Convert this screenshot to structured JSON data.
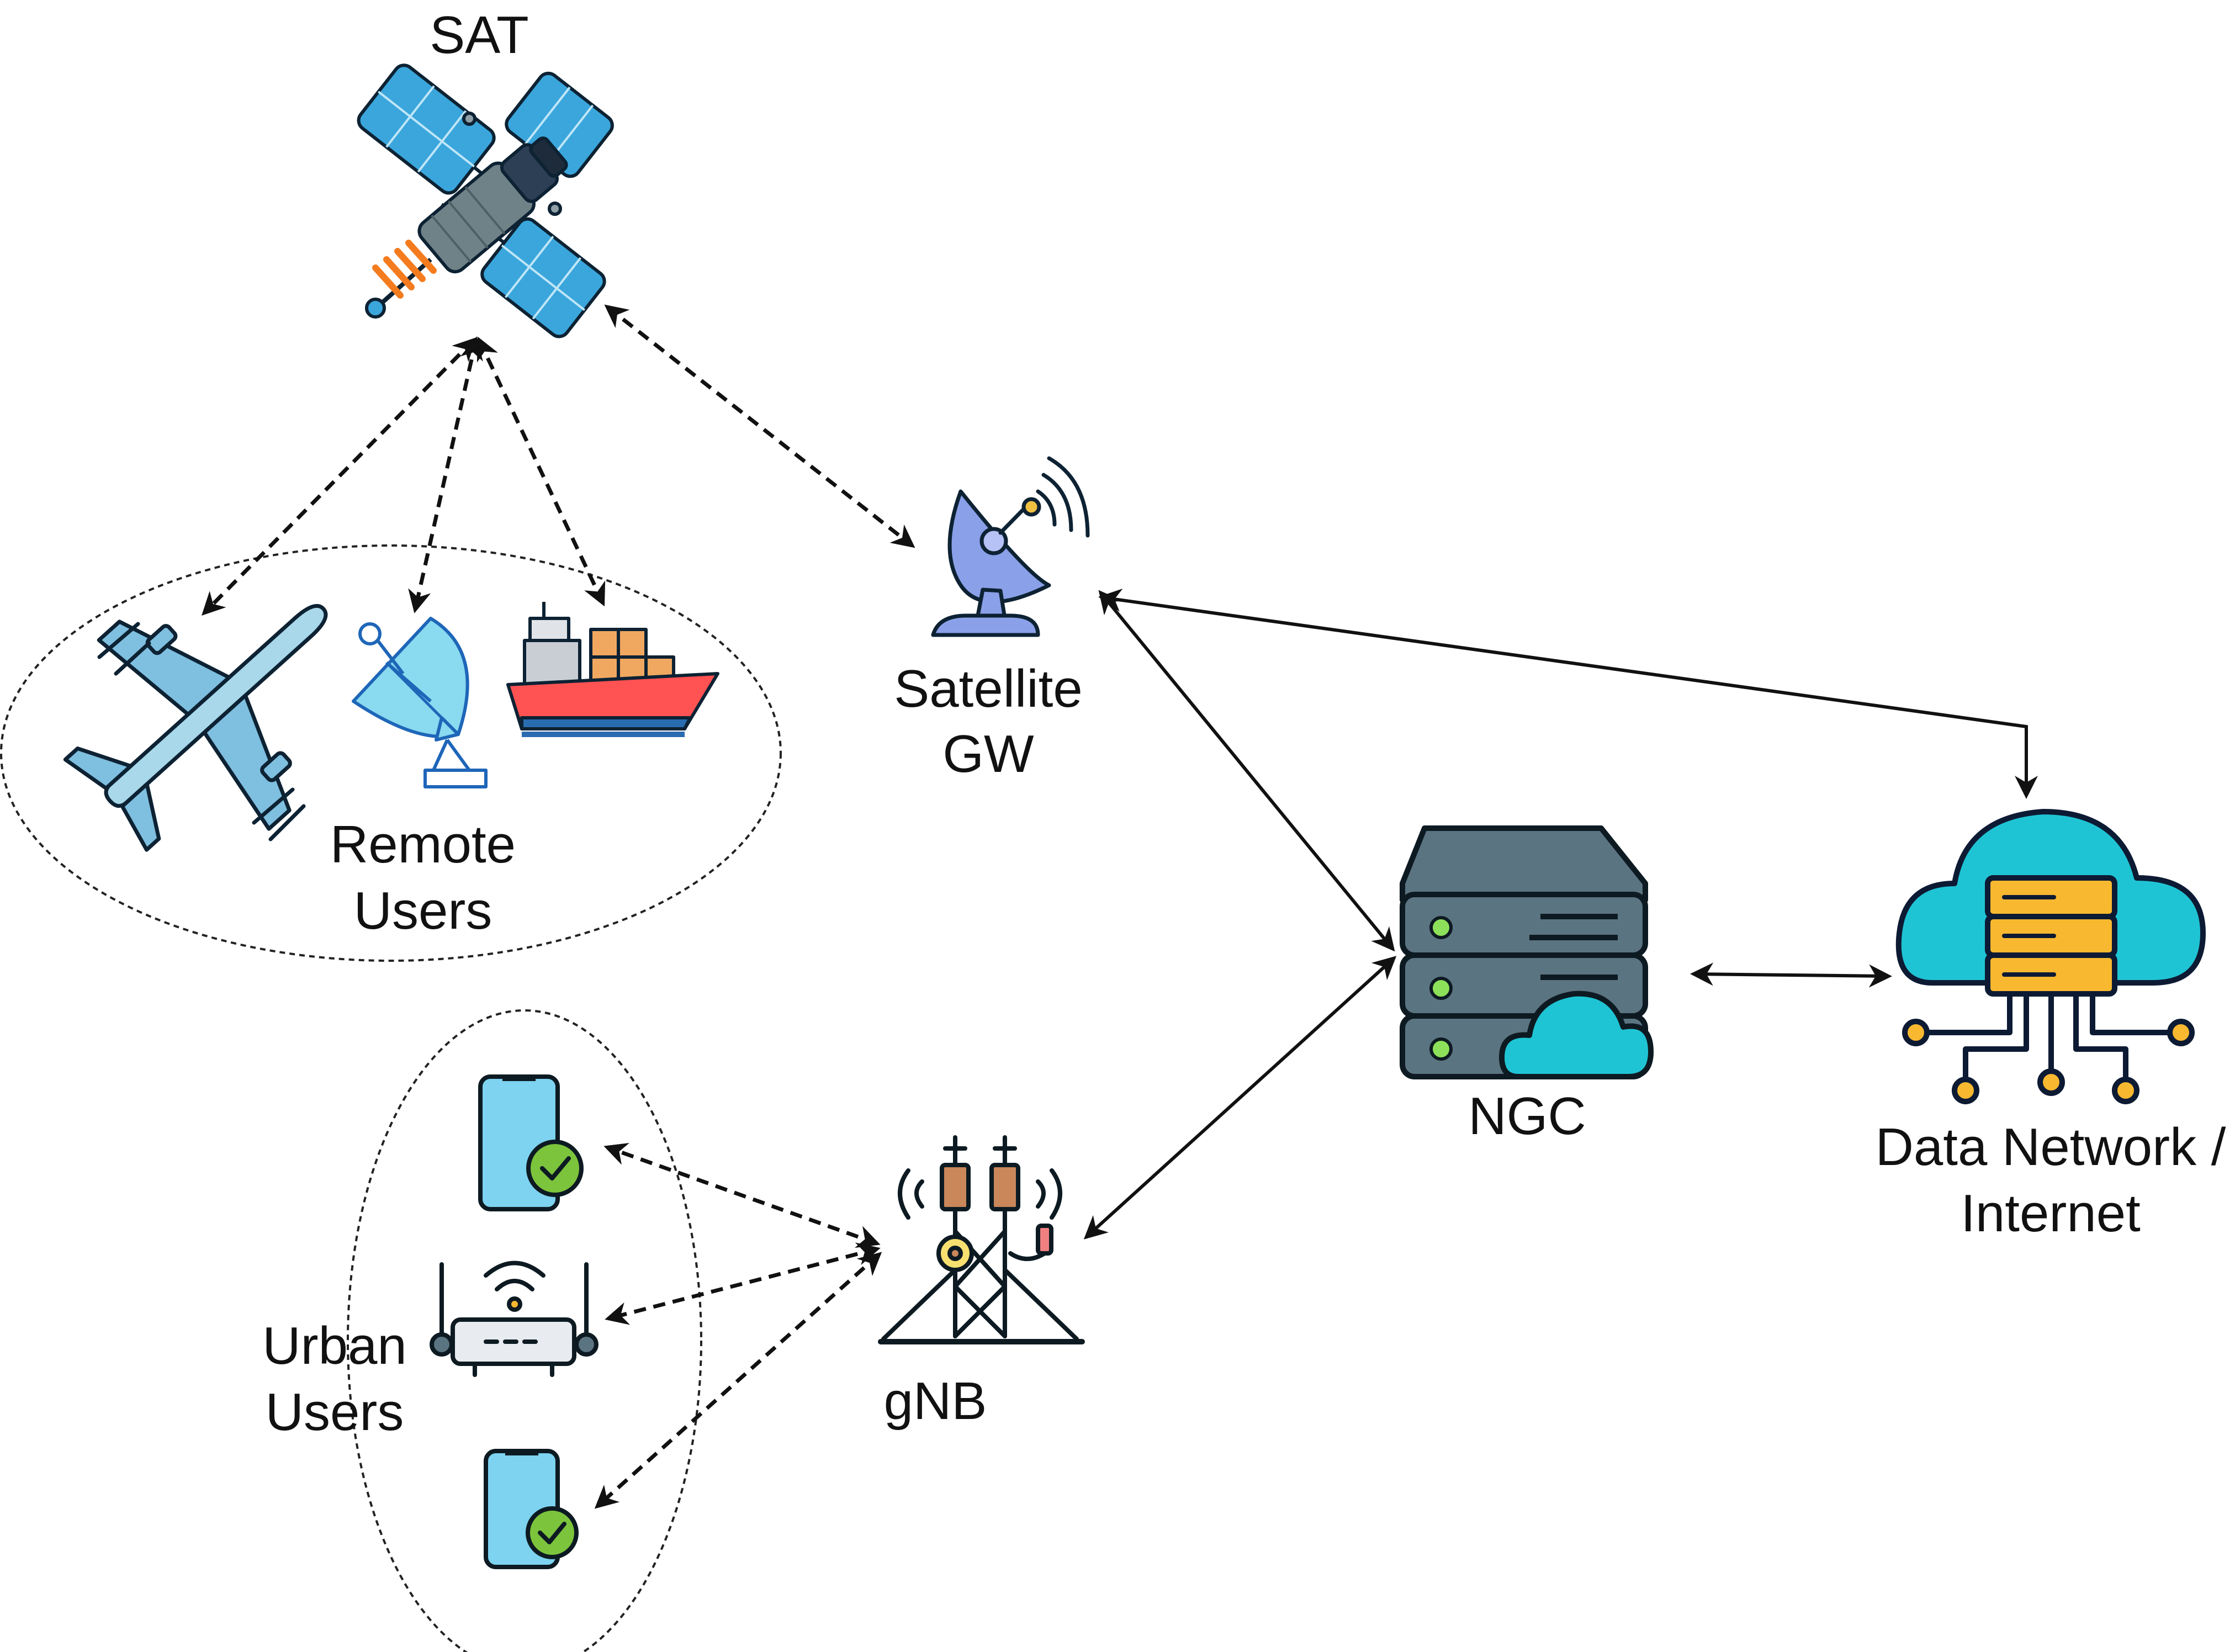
{
  "labels": {
    "sat": "SAT",
    "satellite_gw_line1": "Satellite",
    "satellite_gw_line2": "GW",
    "remote_users_line1": "Remote",
    "remote_users_line2": "Users",
    "ngc": "NGC",
    "data_network_line1": "Data Network /",
    "data_network_line2": "Internet",
    "urban_users_line1": "Urban",
    "urban_users_line2": "Users",
    "gnb": "gNB"
  },
  "icons": {
    "satellite": "satellite-icon",
    "ground_station": "satellite-dish-icon",
    "airplane": "airplane-icon",
    "remote_dish": "satellite-dish-icon",
    "ship": "cargo-ship-icon",
    "core_server": "server-cloud-icon",
    "data_network": "cloud-server-network-icon",
    "phone": "smartphone-check-icon",
    "router": "wifi-router-icon",
    "tower": "cell-tower-icon"
  },
  "colors": {
    "solar_panel": "#3aa6dc",
    "satellite_body": "#6f8288",
    "dish": "#8aa0e8",
    "ship_hull": "#ff5252",
    "cargo": "#f0a860",
    "server": "#5b7481",
    "cloud": "#1fc4d4",
    "server_drawer": "#f8b830",
    "phone_screen": "#7dd3f0",
    "check_badge": "#7cc43c",
    "tower": "#c9875a",
    "line": "#111111"
  }
}
